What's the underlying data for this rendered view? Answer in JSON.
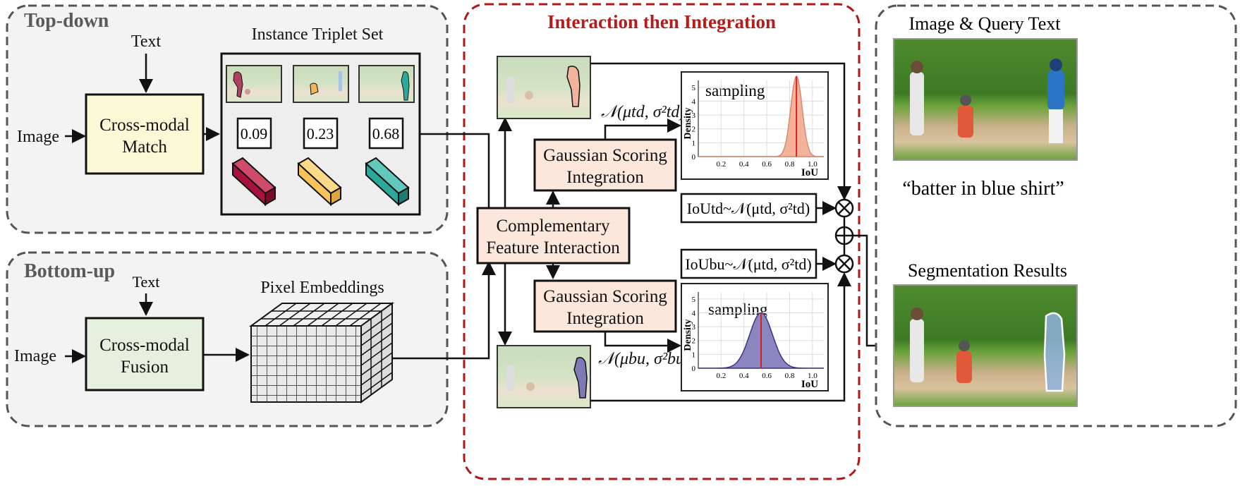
{
  "top_down": {
    "title": "Top-down",
    "text_label": "Text",
    "image_label": "Image",
    "match_box": [
      "Cross-modal",
      "Match"
    ],
    "triplet_title": "Instance Triplet Set",
    "scores": [
      "0.09",
      "0.23",
      "0.68"
    ]
  },
  "bottom_up": {
    "title": "Bottom-up",
    "text_label": "Text",
    "image_label": "Image",
    "fusion_box": [
      "Cross-modal",
      "Fusion"
    ],
    "pixel_title": "Pixel Embeddings"
  },
  "center": {
    "title": "Interaction then Integration",
    "cfi_box": [
      "Complementary",
      "Feature Interaction"
    ],
    "gsi_top": [
      "Gaussian Scoring",
      "Integration"
    ],
    "gsi_bottom": [
      "Gaussian Scoring",
      "Integration"
    ],
    "dist_td": "𝒩(μtd, σ²td)",
    "dist_bu": "𝒩(μbu, σ²bu)",
    "iou_td": "IoUtd~𝒩(μtd, σ²td)",
    "iou_bu": "IoUbu~𝒩(μtd, σ²td)",
    "plot_top": {
      "annotation": "sampling",
      "ylabel": "Density",
      "xlabel": "IoU",
      "xticks": [
        "0.2",
        "0.4",
        "0.6",
        "0.8",
        "1.0"
      ],
      "yticks": [
        "0",
        "1",
        "2",
        "3",
        "4",
        "5"
      ]
    },
    "plot_bottom": {
      "annotation": "sampling",
      "ylabel": "Density",
      "xlabel": "IoU",
      "xticks": [
        "0.2",
        "0.4",
        "0.6",
        "0.8",
        "1.0"
      ],
      "yticks": [
        "0",
        "1",
        "2",
        "3",
        "4",
        "5"
      ]
    }
  },
  "right": {
    "image_title": "Image & Query Text",
    "query": "“batter in blue shirt”",
    "results_title": "Segmentation Results"
  },
  "colors": {
    "panel_border": "#555555",
    "center_border": "#b01818",
    "center_title": "#b51c1c",
    "match_fill": "#fbf8d6",
    "fusion_fill": "#e5f0de",
    "gsi_fill": "#fbe7dc",
    "td_curve": "#f0a98a",
    "bu_curve": "#7f7ab6",
    "mean_line": "#d42020",
    "triplet_colors": [
      "#a8123c",
      "#f9c25a",
      "#2aa89a"
    ]
  }
}
